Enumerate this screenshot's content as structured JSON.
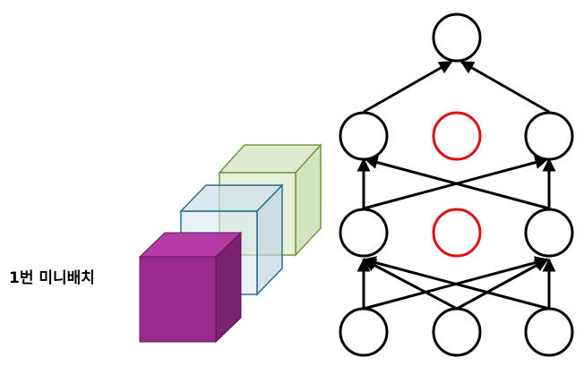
{
  "batch_label": "1번 미니배치",
  "colors": {
    "cube_front_minibatch": "#9b2a8e",
    "cube_middle": "#2f6e8e",
    "cube_back": "#6e9a3e",
    "node_stroke": "#000000",
    "dropped_node_stroke": "#e01010",
    "edge": "#000000"
  },
  "network": {
    "layers": [
      {
        "name": "input",
        "nodes": [
          "active",
          "active",
          "active"
        ]
      },
      {
        "name": "hidden-1",
        "nodes": [
          "active",
          "dropped",
          "active"
        ]
      },
      {
        "name": "hidden-2",
        "nodes": [
          "active",
          "dropped",
          "active"
        ]
      },
      {
        "name": "output",
        "nodes": [
          "active"
        ]
      }
    ]
  }
}
